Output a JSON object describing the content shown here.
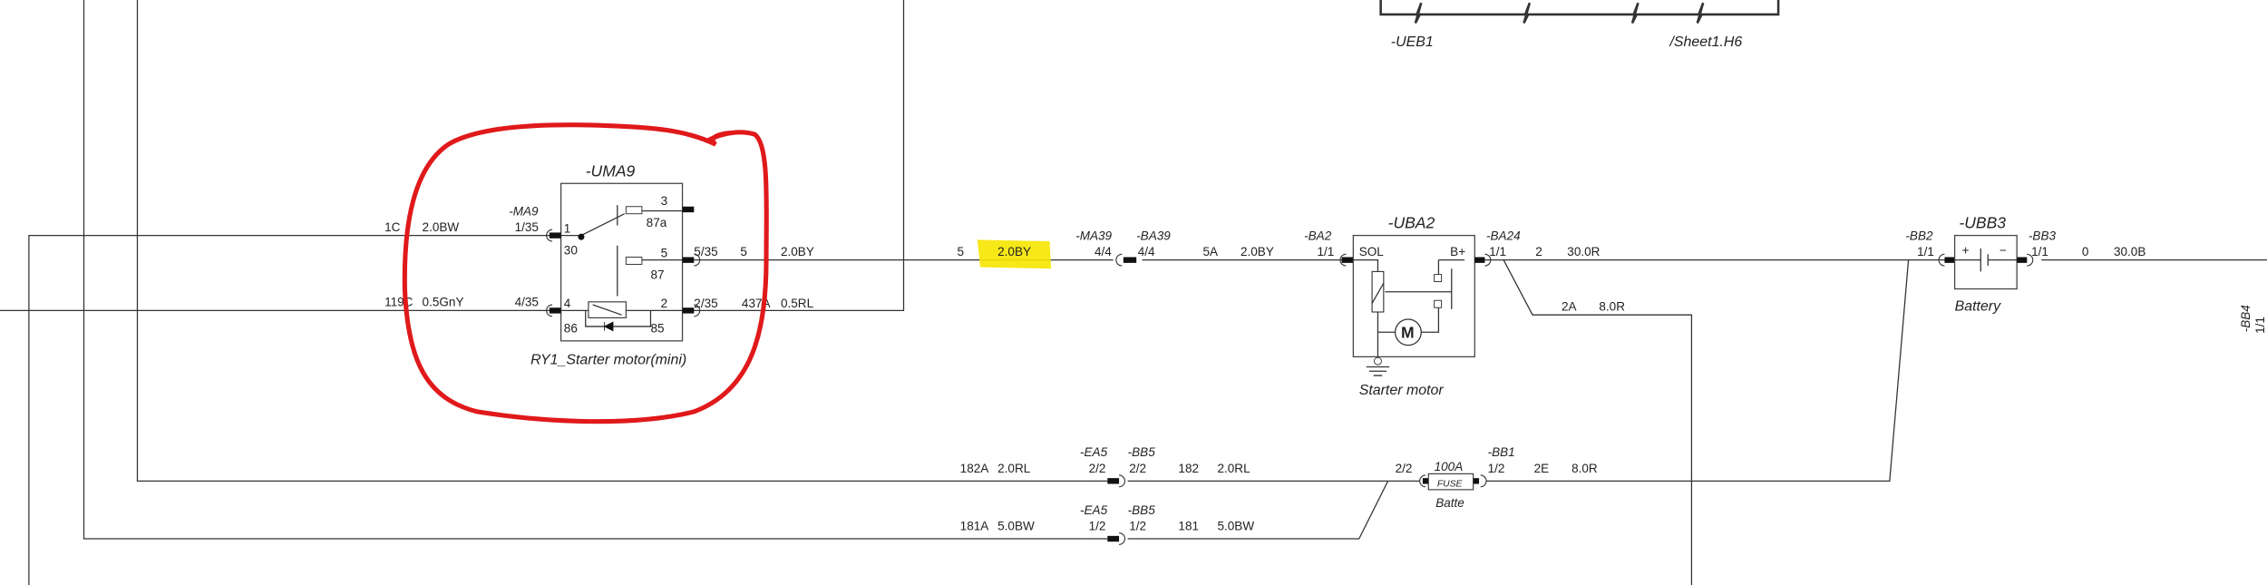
{
  "top_block": {
    "ref": "-UEB1",
    "sheet_ref": "/Sheet1.H6"
  },
  "relay": {
    "ref": "-UMA9",
    "name": "RY1_Starter motor(mini)",
    "connector": "-MA9",
    "pins": {
      "p1": "1",
      "p30": "30",
      "p3": "3",
      "p87a": "87a",
      "p5": "5",
      "p87": "87",
      "p4": "4",
      "p86": "86",
      "p2": "2",
      "p85": "85"
    },
    "cavities": {
      "c1": "1/35",
      "c4": "4/35",
      "c5": "5/35",
      "c2": "2/35"
    }
  },
  "wires": {
    "w1C": {
      "id": "1C",
      "spec": "2.0BW"
    },
    "w119C": {
      "id": "119C",
      "spec": "0.5GnY"
    },
    "w5_relay": {
      "id": "5",
      "spec": "2.0BY"
    },
    "w437A": {
      "id": "437A",
      "spec": "0.5RL"
    },
    "w5": {
      "id": "5",
      "spec": "2.0BY",
      "highlighted": true
    },
    "w5A": {
      "id": "5A",
      "spec": "2.0BY"
    },
    "w2": {
      "id": "2",
      "spec": "30.0R"
    },
    "w2A": {
      "id": "2A",
      "spec": "8.0R"
    },
    "w0": {
      "id": "0",
      "spec": "30.0B"
    },
    "w182A": {
      "id": "182A",
      "spec": "2.0RL"
    },
    "w182": {
      "id": "182",
      "spec": "2.0RL"
    },
    "w2E": {
      "id": "2E",
      "spec": "8.0R"
    },
    "w181A": {
      "id": "181A",
      "spec": "5.0BW"
    },
    "w181": {
      "id": "181",
      "spec": "5.0BW"
    }
  },
  "connectors": {
    "ma39": {
      "ref": "-MA39",
      "cavity": "4/4"
    },
    "ba39": {
      "ref": "-BA39",
      "cavity": "4/4"
    },
    "ba2": {
      "ref": "-BA2",
      "cavity": "1/1"
    },
    "ba24": {
      "ref": "-BA24",
      "cavity": "1/1"
    },
    "bb2": {
      "ref": "-BB2",
      "cavity": "1/1"
    },
    "bb3": {
      "ref": "-BB3",
      "cavity": "1/1"
    },
    "bb4": {
      "ref": "-BB4",
      "cavity": "1/1"
    },
    "ea5_top": {
      "ref": "-EA5",
      "cavity": "2/2"
    },
    "bb5_top": {
      "ref": "-BB5",
      "cavity": "2/2"
    },
    "ea5_bot": {
      "ref": "-EA5",
      "cavity": "1/2"
    },
    "bb5_bot": {
      "ref": "-BB5",
      "cavity": "1/2"
    },
    "fuse_in": {
      "cavity": "2/2"
    },
    "bb1": {
      "ref": "-BB1",
      "cavity": "1/2"
    }
  },
  "starter": {
    "ref": "-UBA2",
    "name": "Starter motor",
    "sol": "SOL",
    "bplus": "B+",
    "motor": "M"
  },
  "battery": {
    "ref": "-UBB3",
    "name": "Battery",
    "plus": "+",
    "minus": "−"
  },
  "fuse": {
    "rating": "100A",
    "label": "FUSE",
    "name": "Batte"
  },
  "colors": {
    "annotation_circle": "#e0191b",
    "highlight": "#f5e600",
    "line": "#333333"
  }
}
